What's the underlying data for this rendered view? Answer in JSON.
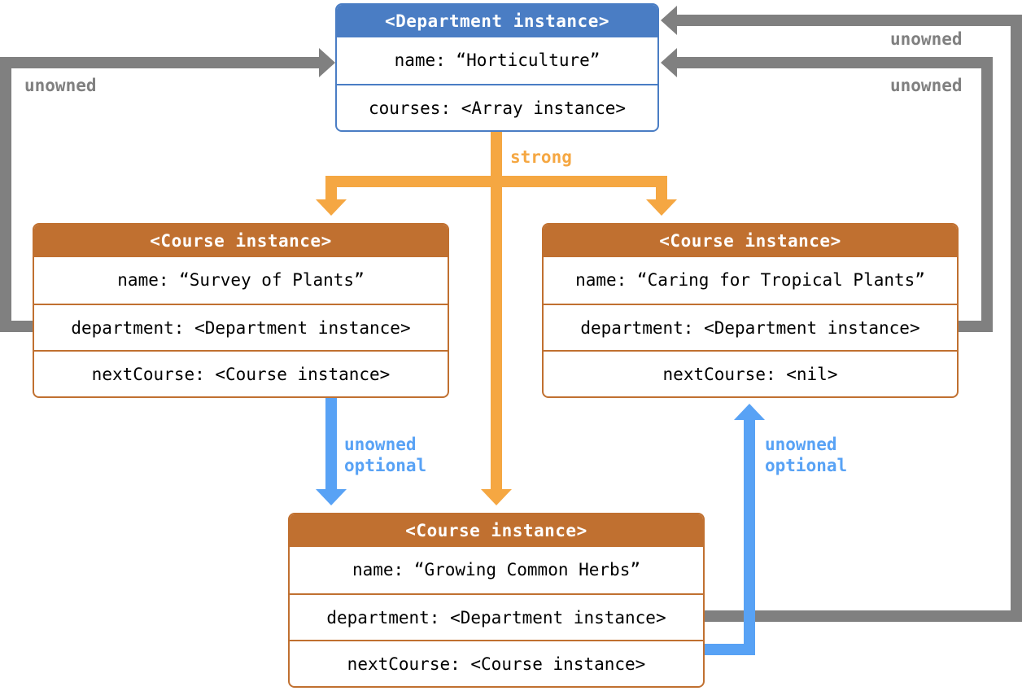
{
  "colors": {
    "department": "#4a7dc4",
    "course": "#c07030",
    "unowned": "#808080",
    "strong": "#f5a742",
    "unowned_optional": "#58a2f5"
  },
  "department": {
    "title": "<Department instance>",
    "name": "name: “Horticulture”",
    "courses": "courses: <Array instance>"
  },
  "courses": [
    {
      "title": "<Course instance>",
      "name": "name: “Survey of Plants”",
      "department": "department: <Department instance>",
      "next": "nextCourse: <Course instance>"
    },
    {
      "title": "<Course instance>",
      "name": "name: “Caring for Tropical Plants”",
      "department": "department: <Department instance>",
      "next": "nextCourse: <nil>"
    },
    {
      "title": "<Course instance>",
      "name": "name: “Growing Common Herbs”",
      "department": "department: <Department instance>",
      "next": "nextCourse: <Course instance>"
    }
  ],
  "labels": {
    "strong": "strong",
    "unowned": "unowned",
    "unowned_optional_line1": "unowned",
    "unowned_optional_line2": "optional"
  }
}
